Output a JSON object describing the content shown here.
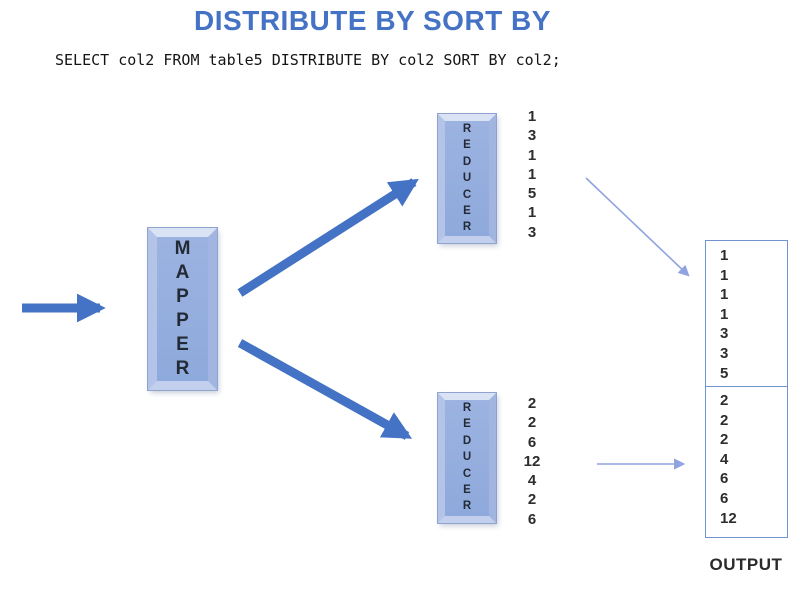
{
  "title": "DISTRIBUTE BY SORT BY",
  "query": "SELECT col2 FROM table5 DISTRIBUTE BY col2 SORT BY col2;",
  "mapper": {
    "letters": [
      "M",
      "A",
      "P",
      "P",
      "E",
      "R"
    ]
  },
  "reducers": {
    "top": {
      "letters": [
        "R",
        "E",
        "D",
        "U",
        "C",
        "E",
        "R"
      ],
      "values": [
        "1",
        "3",
        "1",
        "1",
        "5",
        "1",
        "3"
      ]
    },
    "bottom": {
      "letters": [
        "R",
        "E",
        "D",
        "U",
        "C",
        "E",
        "R"
      ],
      "values": [
        "2",
        "2",
        "6",
        "12",
        "4",
        "2",
        "6"
      ]
    }
  },
  "output": {
    "label": "OUTPUT",
    "top_cell_values": [
      "1",
      "1",
      "1",
      "1",
      "3",
      "3",
      "5"
    ],
    "bottom_cell_values": [
      "2",
      "2",
      "2",
      "4",
      "6",
      "6",
      "12"
    ]
  },
  "colors": {
    "title": "#4472C4",
    "thick_arrow": "#4472C4",
    "thin_arrow": "#8FA3E0",
    "box_fill": "#8EA9DB",
    "box_bevel_light": "#DAE3F4",
    "output_border": "#6F94D0",
    "text": "#2D2D2D"
  }
}
